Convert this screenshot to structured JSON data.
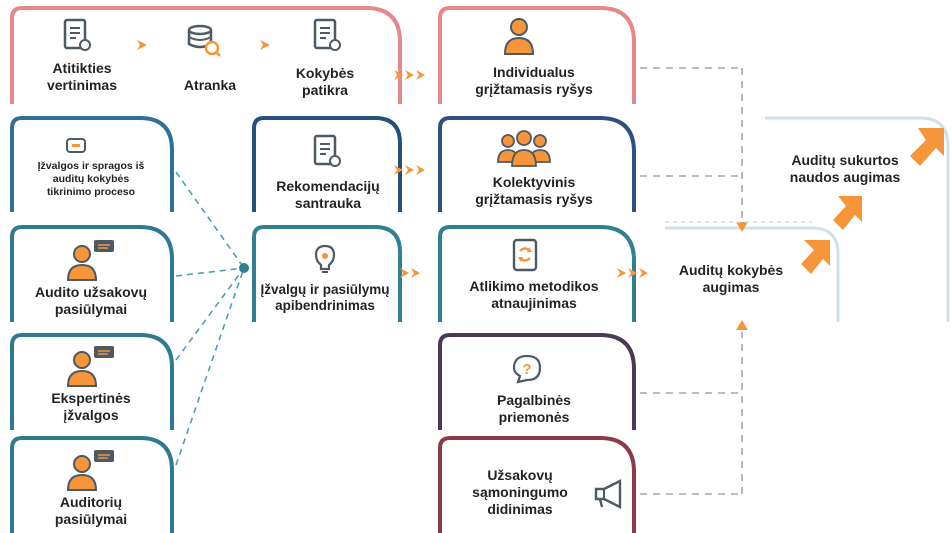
{
  "colors": {
    "red": "#e8878a",
    "blue": "#2f6f99",
    "navy": "#24507a",
    "teal": "#2f8090",
    "purple": "#4a3a55",
    "wine": "#8a3a4a",
    "orange": "#f7953a",
    "light_blue": "#cfe2ea",
    "dashed_gray": "#a7a7a7"
  },
  "labels": {
    "atitikties": "Atitikties\nvertinimas",
    "atranka": "Atranka",
    "kokybes": "Kokybės\npatikra",
    "individualus": "Individualus\ngrįžtamasis ryšys",
    "izvalgos_spragos": "Įžvalgos ir spragos iš\nauditų kokybės\ntikrinimo proceso",
    "rekomendaciju": "Rekomendacijų\nsantrauka",
    "kolektyvinis": "Kolektyvinis\ngrįžtamasis ryšys",
    "audito_uzsakovu": "Audito užsakovų\npasiūlymai",
    "izvalgu_pasiulymu": "Įžvalgų ir pasiūlymų\napibendrinimas",
    "atlikimo": "Atlikimo metodikos\natnaujinimas",
    "ekspertines": "Ekspertinės\nįžvalgos",
    "pagalbines": "Pagalbinės\npriemonės",
    "auditoriu": "Auditorių\npasiūlymai",
    "uzsakovu_samoningumo": "Užsakovų\nsąmoningumo\ndidinimas",
    "auditu_sukurtos": "Auditų sukurtos\nnaudos augimas",
    "auditu_kokybes": "Auditų kokybės\naugimas"
  },
  "icons": {
    "atitikties": "document-check-icon",
    "atranka": "database-search-icon",
    "kokybes": "document-check-icon",
    "individualus": "person-icon",
    "izvalgos_spragos": "message-icon",
    "rekomendaciju": "document-check-icon",
    "kolektyvinis": "group-icon",
    "audito_uzsakovu": "person-chat-icon",
    "izvalgu_pasiulymu": "lightbulb-icon",
    "atlikimo": "refresh-document-icon",
    "ekspertines": "person-chat-icon",
    "pagalbines": "question-bubble-icon",
    "auditoriu": "person-chat-icon",
    "uzsakovu_samoningumo": "megaphone-icon",
    "growth_arrows": "arrow-up-right-icon"
  }
}
